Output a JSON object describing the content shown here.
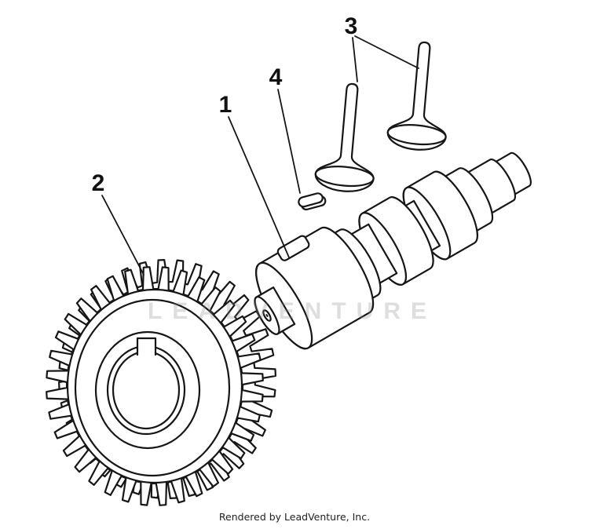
{
  "page": {
    "watermark": "LEADVENTURE",
    "footer": "Rendered by LeadVenture, Inc."
  },
  "callouts": {
    "camshaft": "1",
    "gear": "2",
    "valves": "3",
    "key": "4"
  },
  "colors": {
    "line": "#161616",
    "watermark_gray": "#c9c9c9",
    "background": "#ffffff",
    "footer_text": "#222222"
  }
}
